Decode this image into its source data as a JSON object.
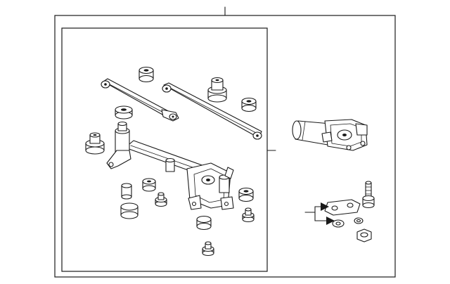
{
  "diagram": {
    "colors": {
      "line": "#1a1a1a",
      "background": "#ffffff",
      "shade": "#e6e6e6"
    },
    "parts": [
      {
        "name": "outer-assembly-frame"
      },
      {
        "name": "linkage-sub-assembly-frame"
      },
      {
        "name": "long-link-rod"
      },
      {
        "name": "short-link-rod"
      },
      {
        "name": "pivot-frame"
      },
      {
        "name": "wiper-motor"
      },
      {
        "name": "motor-bracket"
      },
      {
        "name": "bushings"
      },
      {
        "name": "motor-bolt"
      },
      {
        "name": "washers"
      },
      {
        "name": "nut"
      }
    ]
  }
}
